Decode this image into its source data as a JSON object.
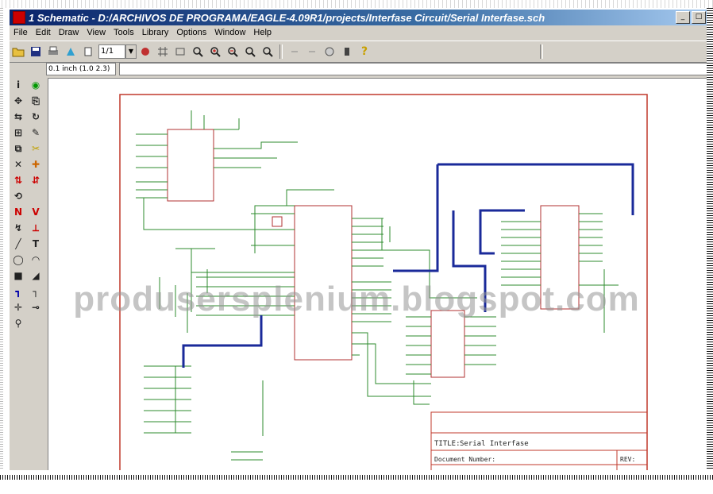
{
  "window": {
    "title": "1 Schematic - D:/ARCHIVOS DE PROGRAMA/EAGLE-4.09R1/projects/Interfase Circuit/Serial Interfase.sch",
    "btn_minimize": "_",
    "btn_maximize": "□"
  },
  "menu": [
    "File",
    "Edit",
    "Draw",
    "View",
    "Tools",
    "Library",
    "Options",
    "Window",
    "Help"
  ],
  "toolbar": {
    "sheet_value": "1/1"
  },
  "coord_readout": "0.1 inch (1.0 2.3)",
  "schematic": {
    "title_label": "TITLE:",
    "title_value": "Serial Interfase",
    "doc_label": "Document Number:",
    "rev_label": "REV:",
    "nets": [
      "",
      ""
    ]
  },
  "watermark": "produsersplenium.blogspot.com",
  "colors": {
    "title_bar": "#0a246a",
    "net_green": "#2e8b2e",
    "bus_blue": "#1a2a9a",
    "frame_red": "#c0392b"
  }
}
